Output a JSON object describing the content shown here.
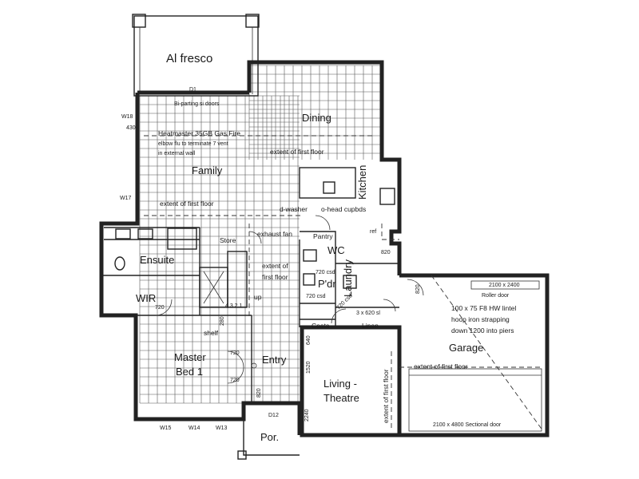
{
  "rooms": {
    "alfresco": "Al fresco",
    "dining": "Dining",
    "family": "Family",
    "kitchen": "Kitchen",
    "ensuite": "Ensuite",
    "wir": "WIR",
    "store": "Store",
    "wc": "WC",
    "pdr": "P'dr",
    "laundry": "Laundry",
    "pantry": "Pantry",
    "coats": "Coats",
    "linen": "Linen",
    "master_line1": "Master",
    "master_line2": "Bed 1",
    "entry": "Entry",
    "living_line1": "Living -",
    "living_line2": "Theatre",
    "garage": "Garage",
    "porch": "Por."
  },
  "notes": {
    "d1": "D1",
    "bi_doors": "Bi-parting si doors",
    "w18": "W18",
    "w430": "430",
    "heatmaster": "Heatmaster 35GB Gas Fire",
    "flue_line1": "elbow flu to terminate 7 vent",
    "flue_line2": "in external wall",
    "w17": "W17",
    "ext_first_floor_dining": "extent of first floor",
    "ext_first_floor_family": "extent of first floor",
    "dwasher": "d-washer",
    "ohead": "o-head cupbds",
    "exhaust": "exhaust fan",
    "ext_first_floor_stair_1": "extent of",
    "ext_first_floor_stair_2": "first floor",
    "up": "up",
    "shelf": "shelf",
    "w280": "280",
    "w720_wir": "720",
    "w720_bed_a": "720",
    "w720_bed_b": "720",
    "csd_1": "720 csd",
    "csd_2": "720 csd",
    "csd_3": "720 csd",
    "linen_size": "3 x 620 sl",
    "w820_laundry": "820",
    "w820_garage": "820",
    "w820_entry": "820",
    "w640": "640",
    "w1520": "1520",
    "w2240": "2240",
    "roller": "2100 x 2400",
    "roller_door": "Roller door",
    "lintel_1": "100 x 75 F8 HW lintel",
    "lintel_2": "hoop iron strapping",
    "lintel_3": "down 1200 into piers",
    "ext_first_floor_garage": "extent of first floor",
    "ext_first_floor_living": "extent of first floor",
    "sectional": "2100 x 4800 Sectional door",
    "d12": "D12",
    "w15": "W15",
    "w14": "W14",
    "w13": "W13",
    "stair_nums": "4 3 2 1",
    "ref": "ref"
  }
}
